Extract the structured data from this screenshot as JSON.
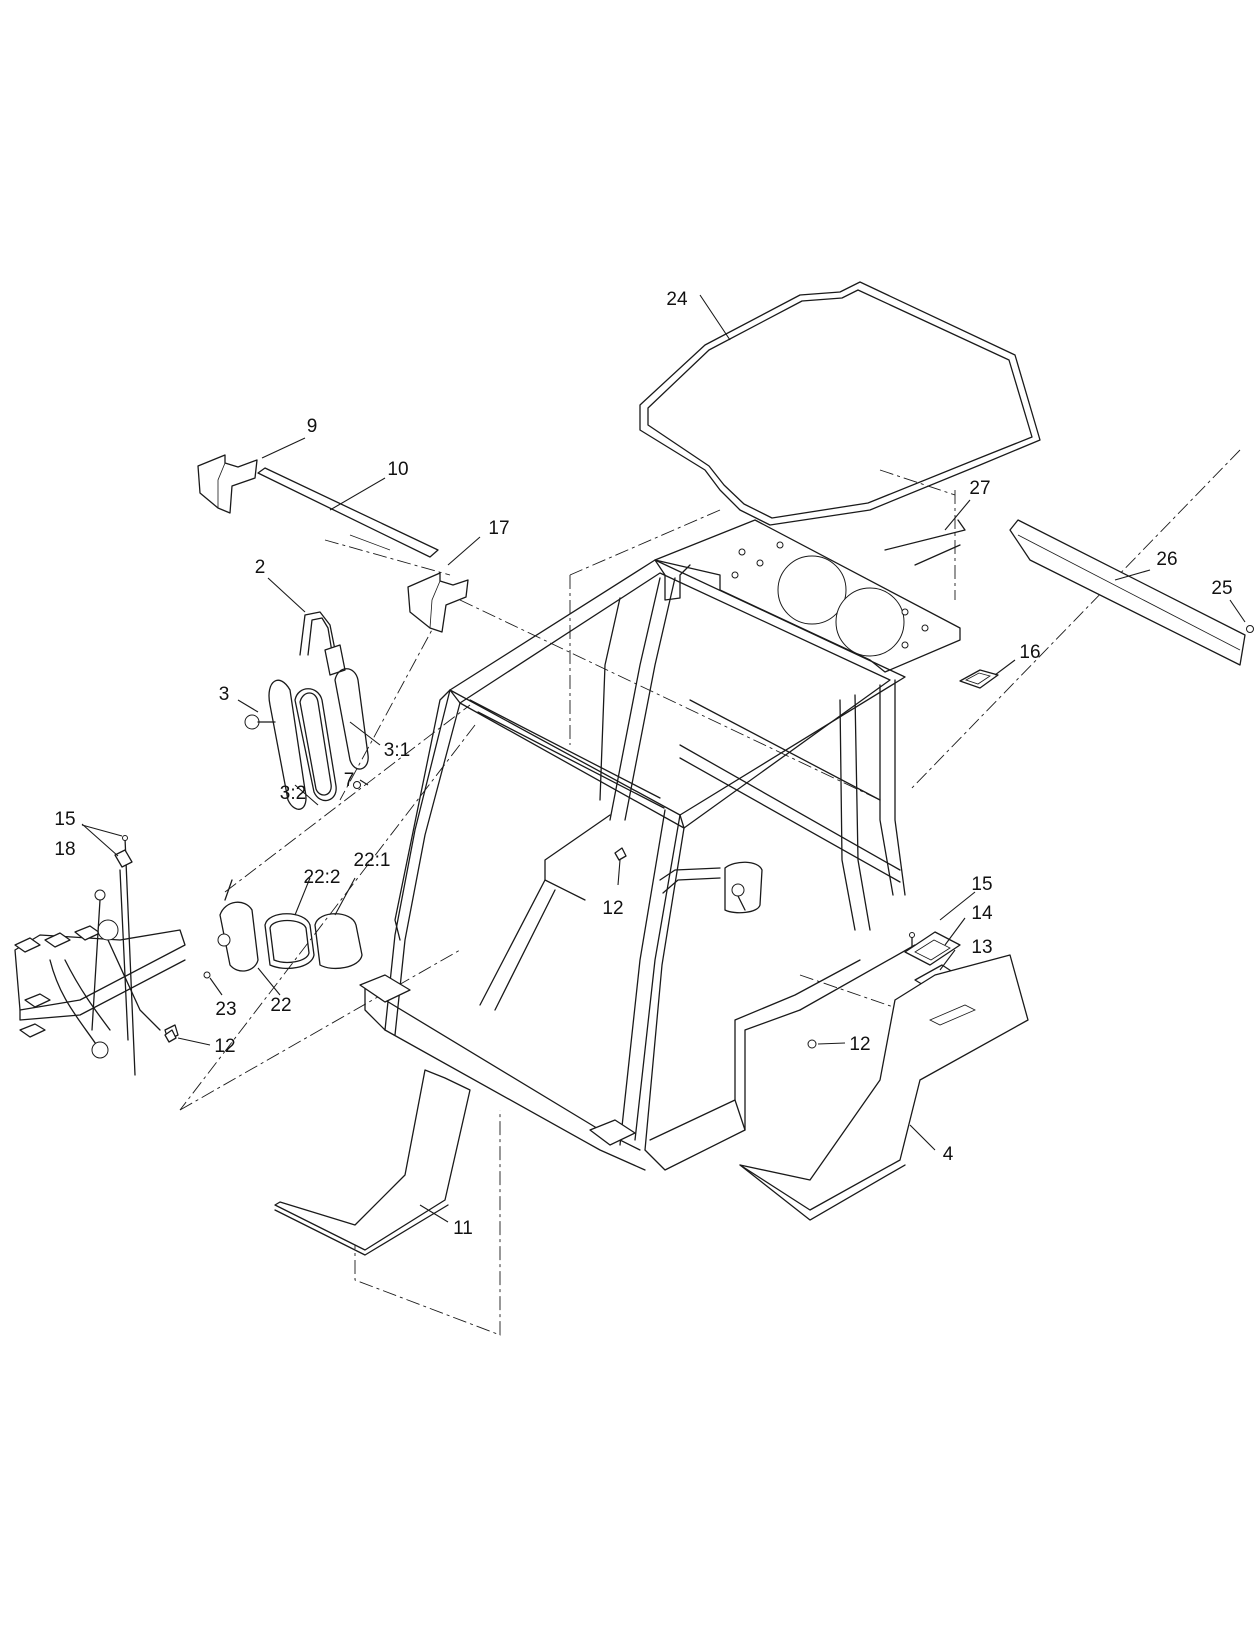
{
  "diagram": {
    "callouts": [
      {
        "id": "c24",
        "text": "24"
      },
      {
        "id": "c9",
        "text": "9"
      },
      {
        "id": "c10",
        "text": "10"
      },
      {
        "id": "c27",
        "text": "27"
      },
      {
        "id": "c17",
        "text": "17"
      },
      {
        "id": "c26",
        "text": "26"
      },
      {
        "id": "c2",
        "text": "2"
      },
      {
        "id": "c25",
        "text": "25"
      },
      {
        "id": "c16",
        "text": "16"
      },
      {
        "id": "c3",
        "text": "3"
      },
      {
        "id": "c3_1",
        "text": "3:1"
      },
      {
        "id": "c7",
        "text": "7"
      },
      {
        "id": "c3_2",
        "text": "3:2"
      },
      {
        "id": "c15a",
        "text": "15"
      },
      {
        "id": "c18",
        "text": "18"
      },
      {
        "id": "c22_1",
        "text": "22:1"
      },
      {
        "id": "c22_2",
        "text": "22:2"
      },
      {
        "id": "c12a",
        "text": "12"
      },
      {
        "id": "c15b",
        "text": "15"
      },
      {
        "id": "c14",
        "text": "14"
      },
      {
        "id": "c13",
        "text": "13"
      },
      {
        "id": "c23",
        "text": "23"
      },
      {
        "id": "c22",
        "text": "22"
      },
      {
        "id": "c12b",
        "text": "12"
      },
      {
        "id": "c12c",
        "text": "12"
      },
      {
        "id": "c4",
        "text": "4"
      },
      {
        "id": "c11",
        "text": "11"
      }
    ]
  }
}
